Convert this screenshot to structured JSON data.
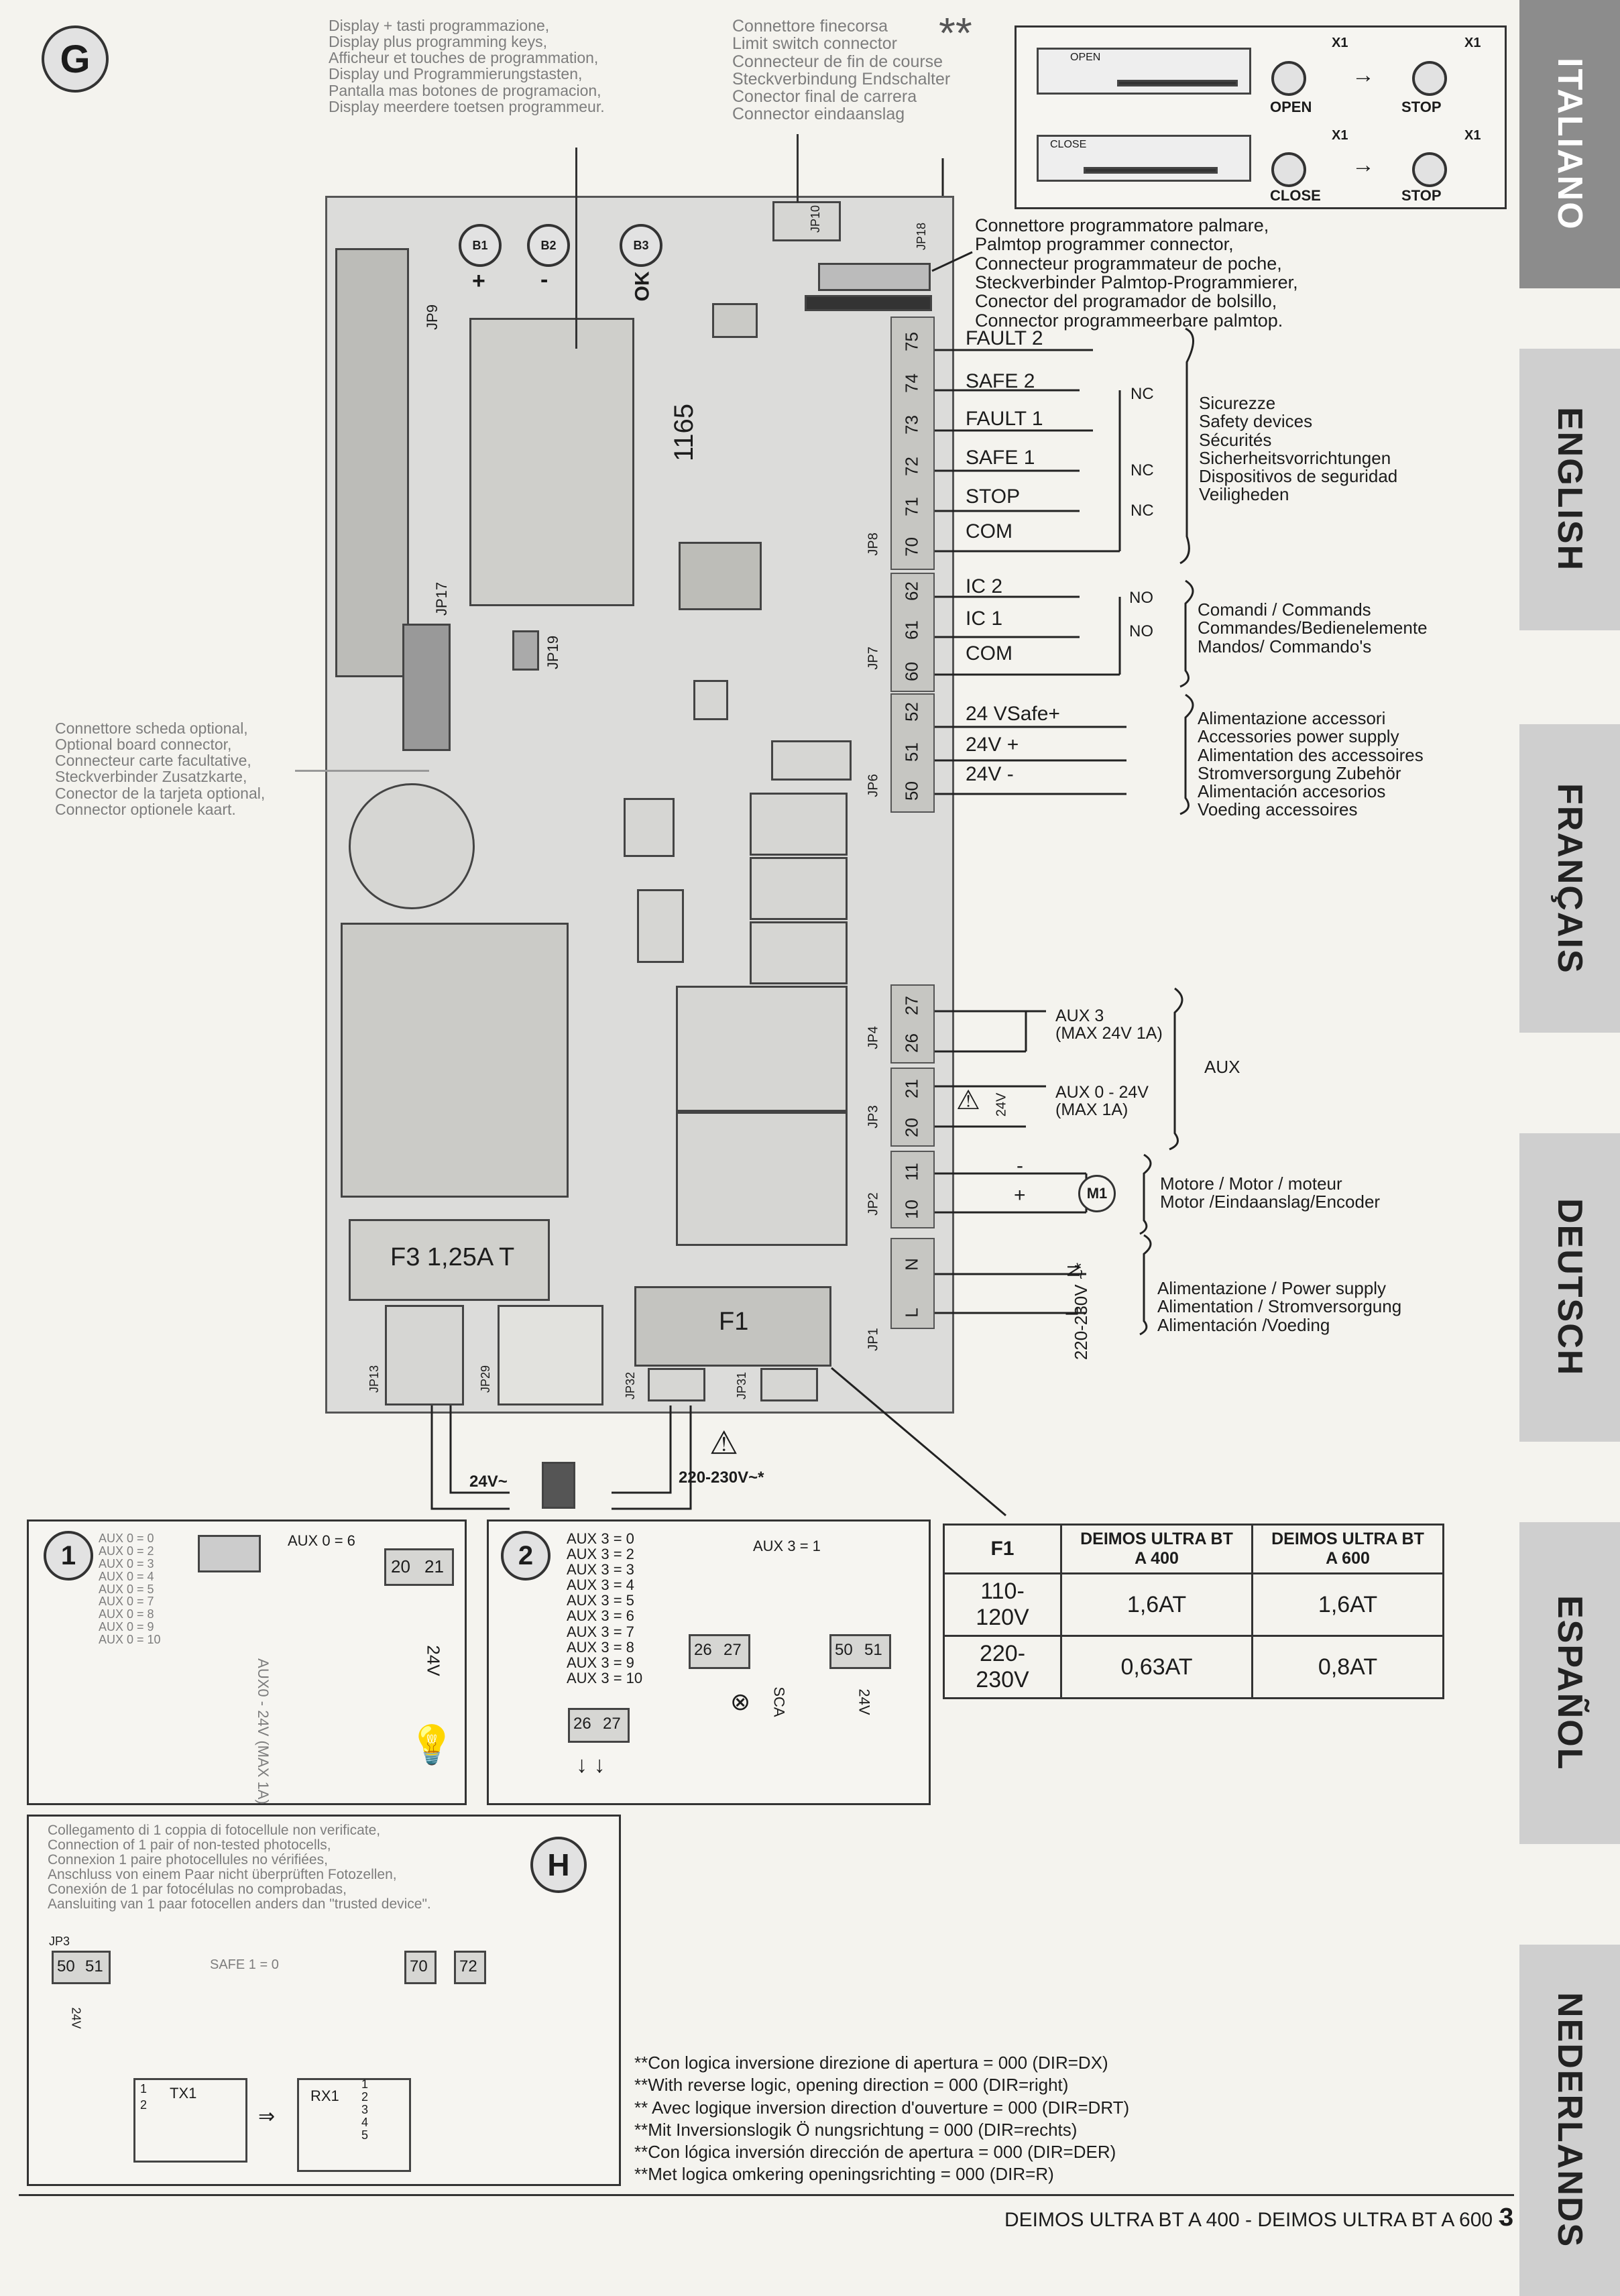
{
  "section_label": "G",
  "section_h": "H",
  "display_keys_caption": [
    "Display + tasti programmazione,",
    "Display plus programming keys,",
    "Afficheur et touches de programmation,",
    "Display und Programmierungstasten,",
    "Pantalla mas botones de programacion,",
    "Display meerdere toetsen programmeur."
  ],
  "limit_switch_caption": [
    "Connettore finecorsa",
    "Limit switch connector",
    "Connecteur de fin de course",
    "Steckverbindung Endschalter",
    "Conector final de carrera",
    "Connector eindaanslag"
  ],
  "double_asterisk": "**",
  "limit_diagram": {
    "open_label": "OPEN",
    "close_label": "CLOSE",
    "x1": "X1",
    "stop_label": "STOP",
    "open_small": "OPEN",
    "close_small": "CLOSE"
  },
  "palmtop_caption": [
    "Connettore programmatore palmare,",
    "Palmtop programmer connector,",
    "Connecteur programmateur de poche,",
    "Steckverbinder Palmtop-Programmierer,",
    "Conector del programador de bolsillo,",
    "Connector programmeerbare palmtop."
  ],
  "optional_board_caption": [
    "Connettore scheda optional,",
    "Optional board connector,",
    "Connecteur carte facultative,",
    "Steckverbinder Zusatzkarte,",
    "Conector de la tarjeta optional,",
    "Connector optionele kaart."
  ],
  "board": {
    "model": "1165",
    "buttons": [
      "B1",
      "B2",
      "B3"
    ],
    "button_signs": [
      "+",
      "-",
      "OK"
    ],
    "jumpers": {
      "jp10": "JP10",
      "jp18": "JP18",
      "jp9": "JP9",
      "jp17": "JP17",
      "jp19": "JP19",
      "jp8": "JP8",
      "jp7": "JP7",
      "jp6": "JP6",
      "jp4": "JP4",
      "jp3": "JP3",
      "jp2": "JP2",
      "jp1": "JP1",
      "jp13": "JP13",
      "jp29": "JP29",
      "jp32": "JP32",
      "jp31": "JP31"
    },
    "fuse_f3": "F3 1,25A T",
    "fuse_f1": "F1"
  },
  "terminals": [
    {
      "num": "75",
      "label": "FAULT 2"
    },
    {
      "num": "74",
      "label": "SAFE 2"
    },
    {
      "num": "73",
      "label": "FAULT 1"
    },
    {
      "num": "72",
      "label": "SAFE 1"
    },
    {
      "num": "71",
      "label": "STOP"
    },
    {
      "num": "70",
      "label": "COM"
    },
    {
      "num": "62",
      "label": "IC 2"
    },
    {
      "num": "61",
      "label": "IC 1"
    },
    {
      "num": "60",
      "label": "COM"
    },
    {
      "num": "52",
      "label": "24 VSafe+"
    },
    {
      "num": "51",
      "label": "24V +"
    },
    {
      "num": "50",
      "label": "24V -"
    },
    {
      "num": "27",
      "label": ""
    },
    {
      "num": "26",
      "label": ""
    },
    {
      "num": "21",
      "label": ""
    },
    {
      "num": "20",
      "label": ""
    },
    {
      "num": "11",
      "label": ""
    },
    {
      "num": "10",
      "label": ""
    },
    {
      "num": "N",
      "label": ""
    },
    {
      "num": "L",
      "label": ""
    }
  ],
  "contact_labels": {
    "nc": "NC",
    "no": "NO"
  },
  "safety_group": [
    "Sicurezze",
    "Safety devices",
    "Sécurités",
    "Sicherheitsvorrichtungen",
    "Dispositivos de seguridad",
    "Veiligheden"
  ],
  "commands_group": [
    "Comandi / Commands",
    "Commandes/Bedienelemente",
    "Mandos/ Commando's"
  ],
  "accessories_group": [
    "Alimentazione accessori",
    "Accessories power supply",
    "Alimentation des accessoires",
    "Stromversorgung Zubehör",
    "Alimentación accesorios",
    "Voeding accessoires"
  ],
  "aux3_label": [
    "AUX 3",
    "(MAX 24V 1A)"
  ],
  "aux0_label": [
    "AUX 0 - 24V",
    "(MAX 1A)"
  ],
  "aux_group": "AUX",
  "aux_24v": "24V",
  "motor_label": "M1",
  "motor_minus": "-",
  "motor_plus": "+",
  "motor_group": [
    "Motore / Motor / moteur",
    "Motor /Eindaanslag/Encoder"
  ],
  "power_n": "N",
  "power_l": "L",
  "power_voltage": "220-230V ~*",
  "power_group": [
    "Alimentazione / Power supply",
    "Alimentation / Stromversorgung",
    "Alimentación /Voeding"
  ],
  "transformer": {
    "secondary": "24V~",
    "primary": "220-230V~*"
  },
  "fuse_table": {
    "headers": [
      "F1",
      "DEIMOS ULTRA BT A 400",
      "DEIMOS ULTRA BT A 600"
    ],
    "rows": [
      [
        "110-120V",
        "1,6AT",
        "1,6AT"
      ],
      [
        "220-230V",
        "0,63AT",
        "0,8AT"
      ]
    ]
  },
  "panel1": {
    "num": "1",
    "aux_list": [
      "AUX 0 = 0",
      "AUX 0 = 2",
      "AUX 0 = 3",
      "AUX 0 = 4",
      "AUX 0 = 5",
      "AUX 0 = 7",
      "AUX 0 = 8",
      "AUX 0 = 9",
      "AUX 0 = 10"
    ],
    "aux_right": "AUX 0 = 6",
    "terminals": [
      "20",
      "21"
    ],
    "lamp_voltage": "24V",
    "vertical_note": "AUX0 - 24V (MAX 1A)"
  },
  "panel2": {
    "num": "2",
    "aux_list": [
      "AUX 3 = 0",
      "AUX 3 = 2",
      "AUX 3 = 3",
      "AUX 3 = 4",
      "AUX 3 = 5",
      "AUX 3 = 6",
      "AUX 3 = 7",
      "AUX 3 = 8",
      "AUX 3 = 9",
      "AUX 3 = 10"
    ],
    "aux_right": "AUX 3 = 1",
    "terminals_a": [
      "26",
      "27"
    ],
    "terminals_b": [
      "50",
      "51"
    ],
    "terminals_c": [
      "26",
      "27"
    ],
    "sca": "SCA",
    "v24": "24V"
  },
  "panel_h": {
    "caption": [
      "Collegamento di 1 coppia di fotocellule non verificate,",
      "Connection of 1 pair of non-tested photocells,",
      "Connexion 1 paire photocellules no vérifiées,",
      "Anschluss von einem Paar nicht überprüften Fotozellen,",
      "Conexión de 1 par fotocélulas no comprobadas,",
      "Aansluiting van 1 paar fotocellen anders dan \"trusted device\"."
    ],
    "jp3": "JP3",
    "terminals_left": [
      "50",
      "51"
    ],
    "safe1": "SAFE 1 = 0",
    "terminals_right": [
      "70",
      "72"
    ],
    "v24": "24V",
    "tx": "TX1",
    "rx": "RX1",
    "tx_pins": [
      "1",
      "2"
    ],
    "rx_pins": [
      "1",
      "2",
      "3",
      "4",
      "5"
    ]
  },
  "footnotes": [
    "**Con logica inversione direzione di apertura = 000 (DIR=DX)",
    "**With reverse logic, opening direction = 000 (DIR=right)",
    "** Avec logique inversion direction d'ouverture = 000 (DIR=DRT)",
    "**Mit Inversionslogik Ö nungsrichtung = 000 (DIR=rechts)",
    "**Con lógica inversión dirección de apertura = 000 (DIR=DER)",
    "**Met logica omkering openingsrichting = 000 (DIR=R)"
  ],
  "footer": "DEIMOS ULTRA BT A 400 - DEIMOS ULTRA BT A 600 -",
  "page_number": "3",
  "languages": [
    "ITALIANO",
    "ENGLISH",
    "FRANÇAIS",
    "DEUTSCH",
    "ESPAÑOL",
    "NEDERLANDS"
  ]
}
